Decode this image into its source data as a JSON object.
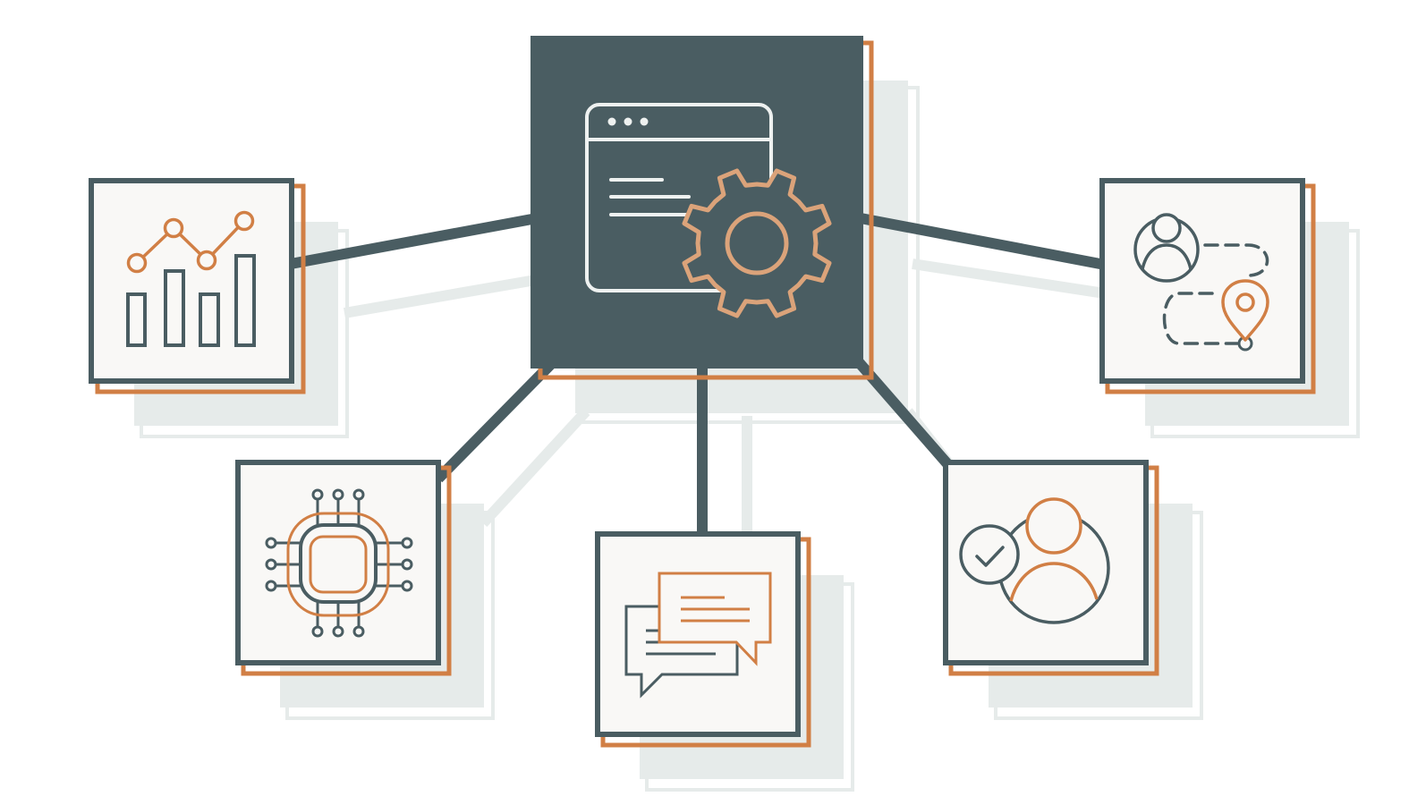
{
  "colors": {
    "dark": "#4a5d62",
    "accent": "#d17f45",
    "accent_light": "#dba37a",
    "tile_bg": "#f9f8f6",
    "shadow": "#e6ebea",
    "icon_light": "#eef1f0"
  },
  "hub": {
    "icon": "app-window-gear-icon"
  },
  "nodes": [
    {
      "id": "analytics",
      "icon": "bar-line-chart-icon"
    },
    {
      "id": "processor",
      "icon": "cpu-chip-icon"
    },
    {
      "id": "messaging",
      "icon": "chat-bubbles-icon"
    },
    {
      "id": "user-verification",
      "icon": "user-check-icon"
    },
    {
      "id": "user-journey",
      "icon": "user-route-pin-icon"
    }
  ],
  "connections": [
    {
      "from": "hub",
      "to": "analytics"
    },
    {
      "from": "hub",
      "to": "processor"
    },
    {
      "from": "hub",
      "to": "messaging"
    },
    {
      "from": "hub",
      "to": "user-verification"
    },
    {
      "from": "hub",
      "to": "user-journey"
    }
  ]
}
